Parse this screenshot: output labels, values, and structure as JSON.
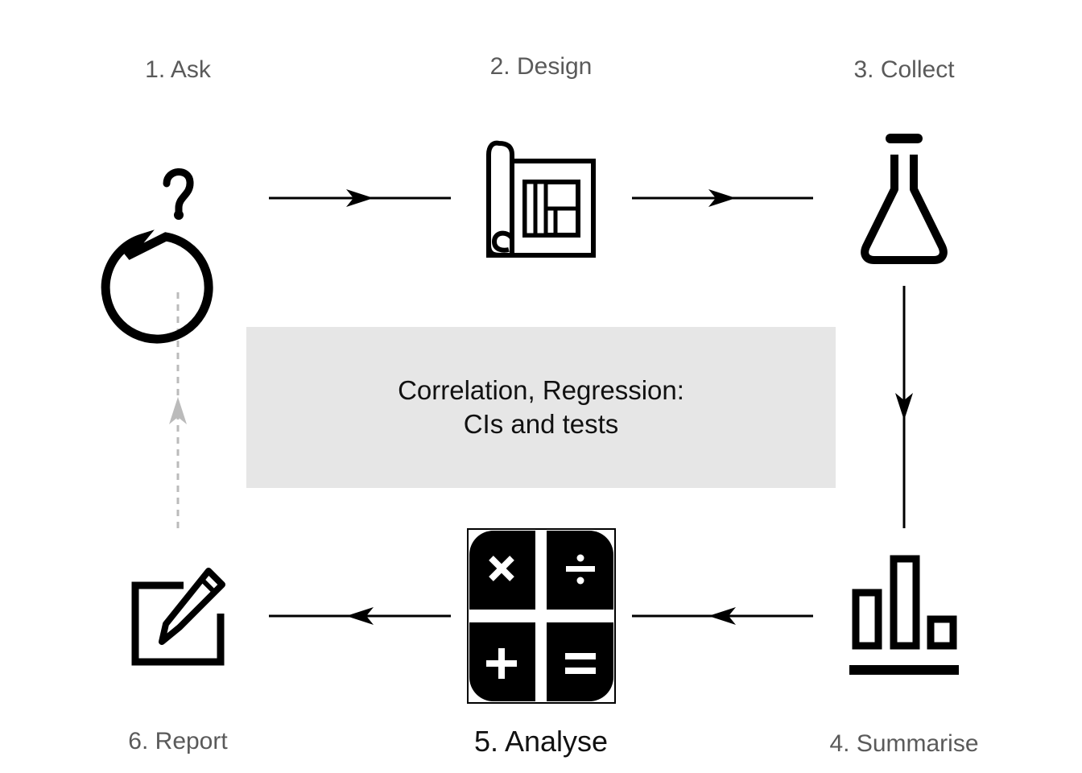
{
  "steps": [
    {
      "label": "1. Ask",
      "icon": "question-bubble-icon"
    },
    {
      "label": "2. Design",
      "icon": "blueprint-icon"
    },
    {
      "label": "3. Collect",
      "icon": "flask-icon"
    },
    {
      "label": "4. Summarise",
      "icon": "bar-chart-icon"
    },
    {
      "label": "5. Analyse",
      "icon": "calculator-icon",
      "active": true
    },
    {
      "label": "6. Report",
      "icon": "edit-note-icon"
    }
  ],
  "center_box": {
    "line1": "Correlation, Regression:",
    "line2": "CIs and tests"
  },
  "colors": {
    "ink": "#000000",
    "label": "#5a5a5a",
    "active_label": "#111111",
    "box_fill": "#e6e6e6",
    "dashed_arrow": "#bbbbbb"
  }
}
